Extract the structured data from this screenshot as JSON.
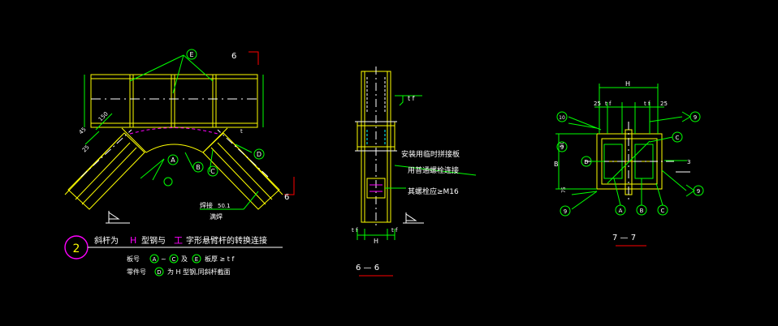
{
  "colors": {
    "background": "#000000",
    "steel": "#ffff00",
    "dim": "#00ff00",
    "leader": "#00ff00",
    "text_white": "#ffffff",
    "accent_magenta": "#ff00ff",
    "accent_red": "#ff0000",
    "hidden_cyan": "#00ffff"
  },
  "left_view": {
    "callouts": [
      "E",
      "A",
      "B",
      "C",
      "D"
    ],
    "section_mark": "6",
    "angle_label": "45",
    "dim_25": "25",
    "dim_150": "150",
    "weld_label": "焊接",
    "weld_size": "50.1",
    "weld_note": "满焊",
    "title_number": "2",
    "title_part1": "斜杆为",
    "title_h_symbol": "H",
    "title_part2": "型钢与",
    "title_i_symbol": "工",
    "title_part3": "字形悬臂杆的转换连接",
    "note1_label": "板号",
    "note1_a": "A",
    "note1_tilde": "~",
    "note1_c": "C",
    "note1_and": "及",
    "note1_e": "E",
    "note1_text": "板厚 ≥ t f",
    "note2_label": "零件号",
    "note2_d": "D",
    "note2_text": "为 H 型钢,同斜杆截面"
  },
  "middle_view": {
    "tf_label": "t f",
    "text_line1": "安装用临时拼接板",
    "text_line2": "用普通螺栓连接",
    "text_line3": "其螺栓应≥M16",
    "dim_t1": "t f",
    "dim_h": "H",
    "dim_t2": "t f",
    "section_title": "6 — 6"
  },
  "right_view": {
    "dim_h": "H",
    "dim_25a": "25",
    "dim_tf1": "t f",
    "dim_tf2": "t f",
    "dim_25b": "25",
    "dim_b": "B",
    "dim_10": "10",
    "dim_75": "75",
    "dim_3": "3",
    "callouts": [
      "10",
      "9",
      "D",
      "C",
      "9",
      "9",
      "A",
      "B",
      "C"
    ],
    "section_title": "7 — 7"
  }
}
